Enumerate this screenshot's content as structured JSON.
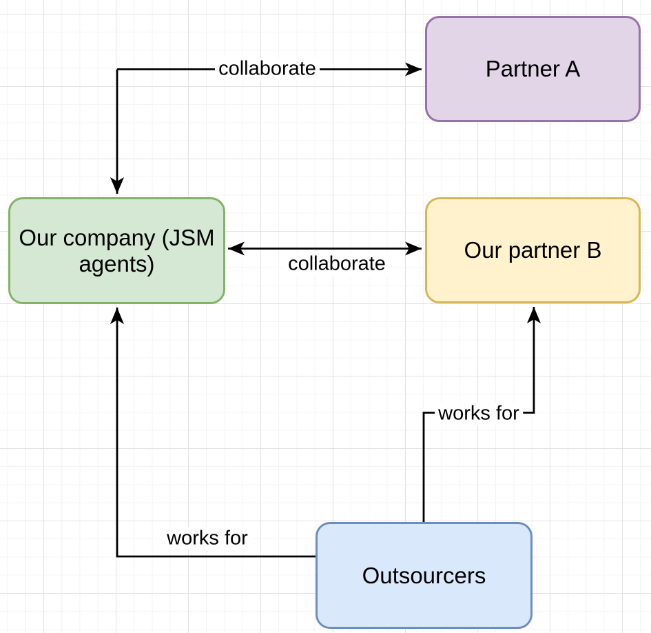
{
  "diagram": {
    "canvas": {
      "background_color": "#ffffff",
      "grid_minor_color": "#f4f4f4",
      "grid_major_color": "#e2e2e2"
    },
    "nodes": [
      {
        "id": "partner-a",
        "label": "Partner A",
        "fill": "#e1d5e7",
        "stroke": "#9673a6"
      },
      {
        "id": "our-company",
        "label": "Our company (JSM agents)",
        "fill": "#d5e8d4",
        "stroke": "#82b366"
      },
      {
        "id": "our-partner-b",
        "label": "Our partner B",
        "fill": "#fff2cc",
        "stroke": "#d6b656"
      },
      {
        "id": "outsourcers",
        "label": "Outsourcers",
        "fill": "#dae8fc",
        "stroke": "#6c8ebf"
      }
    ],
    "edges": [
      {
        "id": "collaborate-top",
        "label": "collaborate",
        "from": "our-company",
        "to": "partner-a",
        "arrows": "both"
      },
      {
        "id": "collaborate-mid",
        "label": "collaborate",
        "from": "our-company",
        "to": "our-partner-b",
        "arrows": "both"
      },
      {
        "id": "works-for-left",
        "label": "works for",
        "from": "outsourcers",
        "to": "our-company",
        "arrows": "end"
      },
      {
        "id": "works-for-right",
        "label": "works for",
        "from": "outsourcers",
        "to": "our-partner-b",
        "arrows": "end"
      }
    ],
    "edge_color": "#000000"
  }
}
